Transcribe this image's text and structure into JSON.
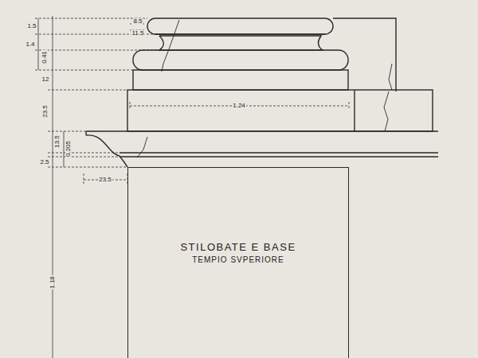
{
  "diagram": {
    "nodes": [
      {
        "text": [
          "STILOBATE E BASE",
          "TEMPIO SVPERIORE"
        ]
      }
    ],
    "labels": [
      "1.5",
      "8.5",
      "11.5",
      "1.4",
      "0.41",
      "12",
      "23.5",
      "1.24",
      "13.5",
      "0.205",
      "2.5",
      "23.5",
      "1.18"
    ]
  }
}
